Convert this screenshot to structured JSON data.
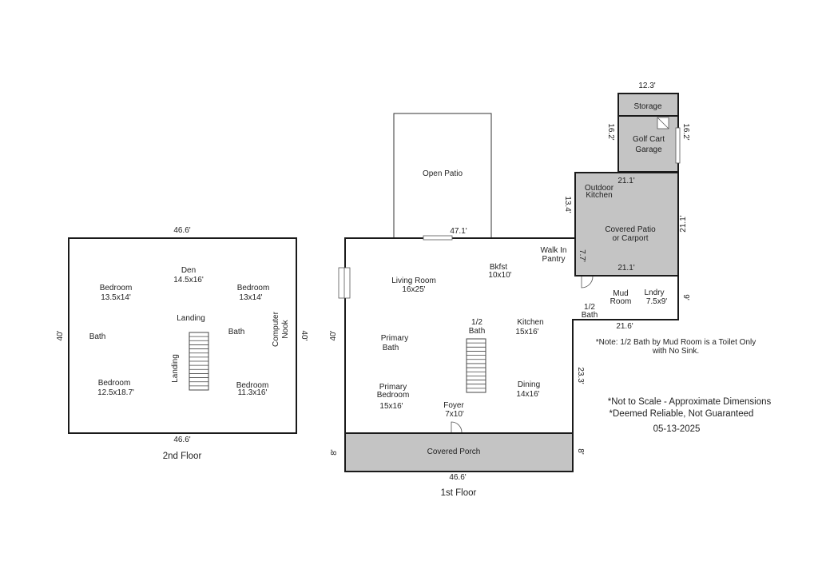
{
  "second_floor": {
    "caption": "2nd Floor",
    "dims": {
      "top": "46.6'",
      "bottom": "46.6'",
      "left": "40'",
      "right": "40'"
    },
    "rooms": {
      "den": {
        "name": "Den",
        "size": "14.5x16'"
      },
      "bedroom_nw": {
        "name": "Bedroom",
        "size": "13.5x14'"
      },
      "bedroom_ne": {
        "name": "Bedroom",
        "size": "13x14'"
      },
      "landing_top": "Landing",
      "landing_side": "Landing",
      "bath_w": "Bath",
      "bath_e": "Bath",
      "computer_nook": [
        "Computer",
        "Nook"
      ],
      "bedroom_sw": {
        "name": "Bedroom",
        "size": "12.5x18.7'"
      },
      "bedroom_se": {
        "name": "Bedroom",
        "size": "11.3x16'"
      }
    }
  },
  "first_floor": {
    "caption": "1st Floor",
    "dims": {
      "top": "47.1'",
      "left": "40'",
      "bottom": "46.6'",
      "porch_left": "8'",
      "porch_right": "8'",
      "right_lower": "23.3'",
      "step": "21.6'",
      "storage_top": "12.3'",
      "storage_left": "16.2'",
      "storage_right": "16.2'",
      "patio_top": "21.1'",
      "patio_bottom": "21.1'",
      "patio_left": "13.4'",
      "patio_right": "21.1'",
      "pantry": "7.7'",
      "mud": "9'"
    },
    "rooms": {
      "open_patio": "Open Patio",
      "living": {
        "name": "Living Room",
        "size": "16x25'"
      },
      "bkfst": {
        "name": "Bkfst",
        "size": "10x10'"
      },
      "walk_in_pantry": [
        "Walk In",
        "Pantry"
      ],
      "half_bath_center": [
        "1/2",
        "Bath"
      ],
      "primary_bath": [
        "Primary",
        "Bath"
      ],
      "kitchen": {
        "name": "Kitchen",
        "size": "15x16'"
      },
      "primary_bedroom": {
        "name": [
          "Primary",
          "Bedroom"
        ],
        "size": "15x16'"
      },
      "foyer": {
        "name": "Foyer",
        "size": "7x10'"
      },
      "dining": {
        "name": "Dining",
        "size": "14x16'"
      },
      "covered_porch": "Covered Porch",
      "storage": "Storage",
      "golf_cart_garage": [
        "Golf Cart",
        "Garage"
      ],
      "outdoor_kitchen": [
        "Outdoor",
        "Kitchen"
      ],
      "covered_patio": [
        "Covered Patio",
        "or Carport"
      ],
      "mud_room": [
        "Mud",
        "Room"
      ],
      "laundry": {
        "name": "Lndry",
        "size": "7.5x9'"
      },
      "half_bath_mud": [
        "1/2",
        "Bath"
      ]
    }
  },
  "notes": {
    "half_bath": [
      "*Note: 1/2 Bath by Mud Room is a Toilet Only",
      "with No Sink."
    ],
    "scale": "*Not to Scale - Approximate Dimensions",
    "reliable": "*Deemed Reliable, Not Guaranteed",
    "date": "05-13-2025"
  }
}
